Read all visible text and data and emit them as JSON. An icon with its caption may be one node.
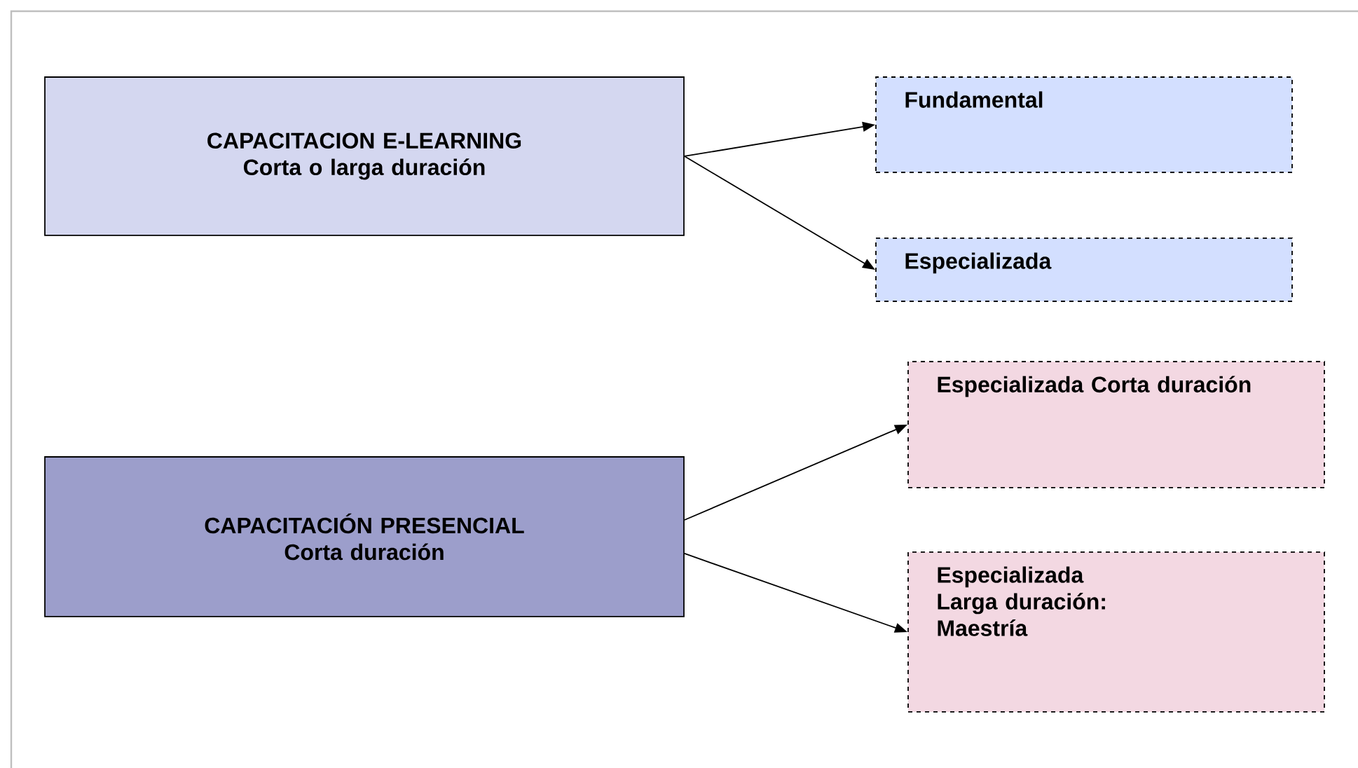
{
  "diagram": {
    "nodes": [
      {
        "text": [
          "CAPACITACION E-LEARNING",
          "Corta o larga duración"
        ]
      },
      {
        "text": [
          "Fundamental"
        ]
      },
      {
        "text": [
          "Especializada"
        ]
      },
      {
        "text": [
          "CAPACITACIÓN PRESENCIAL",
          "Corta duración"
        ]
      },
      {
        "text": [
          "Especializada Corta duración"
        ]
      },
      {
        "text": [
          "Especializada Larga duración: Maestría"
        ]
      }
    ],
    "edges": [
      {
        "from": 0,
        "to": 1,
        "arrow": "to"
      },
      {
        "from": 0,
        "to": 2,
        "arrow": "to"
      },
      {
        "from": 3,
        "to": 4,
        "arrow": "to"
      },
      {
        "from": 3,
        "to": 5,
        "arrow": "to"
      }
    ]
  }
}
